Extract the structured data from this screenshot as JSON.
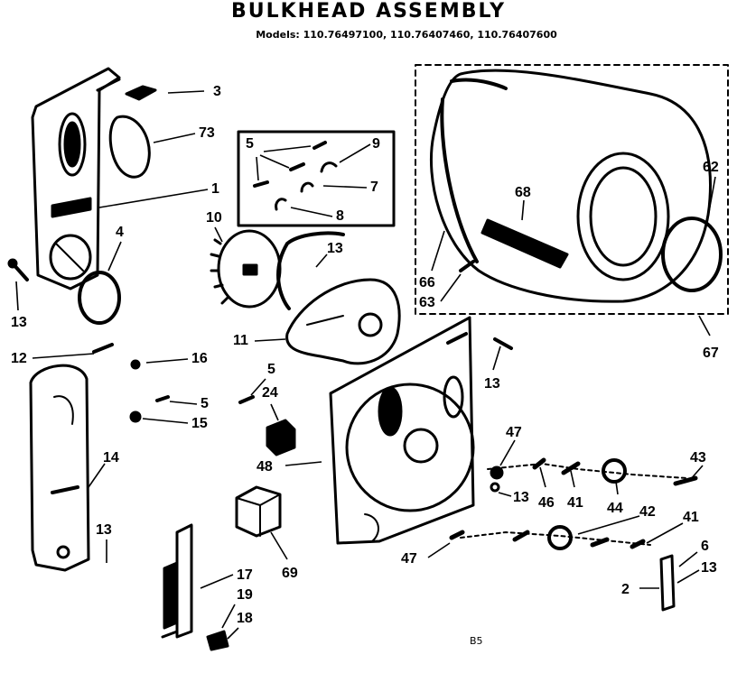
{
  "title": "BULKHEAD ASSEMBLY",
  "models": "Models: 110.76497100, 110.76407460, 110.76407600",
  "page_code": "B5",
  "callouts": [
    {
      "id": "c3",
      "text": "3"
    },
    {
      "id": "c73",
      "text": "73"
    },
    {
      "id": "c1",
      "text": "1"
    },
    {
      "id": "c4",
      "text": "4"
    },
    {
      "id": "c13a",
      "text": "13"
    },
    {
      "id": "c5a",
      "text": "5"
    },
    {
      "id": "c9",
      "text": "9"
    },
    {
      "id": "c7",
      "text": "7"
    },
    {
      "id": "c8",
      "text": "8"
    },
    {
      "id": "c10",
      "text": "10"
    },
    {
      "id": "c13b",
      "text": "13"
    },
    {
      "id": "c11",
      "text": "11"
    },
    {
      "id": "c68",
      "text": "68"
    },
    {
      "id": "c62",
      "text": "62"
    },
    {
      "id": "c66",
      "text": "66"
    },
    {
      "id": "c63",
      "text": "63"
    },
    {
      "id": "c67",
      "text": "67"
    },
    {
      "id": "c12",
      "text": "12"
    },
    {
      "id": "c16",
      "text": "16"
    },
    {
      "id": "c5b",
      "text": "5"
    },
    {
      "id": "c24",
      "text": "24"
    },
    {
      "id": "c13c",
      "text": "13"
    },
    {
      "id": "c5c",
      "text": "5"
    },
    {
      "id": "c15",
      "text": "15"
    },
    {
      "id": "c14",
      "text": "14"
    },
    {
      "id": "c13d",
      "text": "13"
    },
    {
      "id": "c48",
      "text": "48"
    },
    {
      "id": "c47a",
      "text": "47"
    },
    {
      "id": "c13e",
      "text": "13"
    },
    {
      "id": "c46",
      "text": "46"
    },
    {
      "id": "c41a",
      "text": "41"
    },
    {
      "id": "c44",
      "text": "44"
    },
    {
      "id": "c43",
      "text": "43"
    },
    {
      "id": "c42",
      "text": "42"
    },
    {
      "id": "c41b",
      "text": "41"
    },
    {
      "id": "c47b",
      "text": "47"
    },
    {
      "id": "c69",
      "text": "69"
    },
    {
      "id": "c17",
      "text": "17"
    },
    {
      "id": "c19",
      "text": "19"
    },
    {
      "id": "c18",
      "text": "18"
    },
    {
      "id": "c6",
      "text": "6"
    },
    {
      "id": "c13f",
      "text": "13"
    },
    {
      "id": "c2",
      "text": "2"
    }
  ]
}
